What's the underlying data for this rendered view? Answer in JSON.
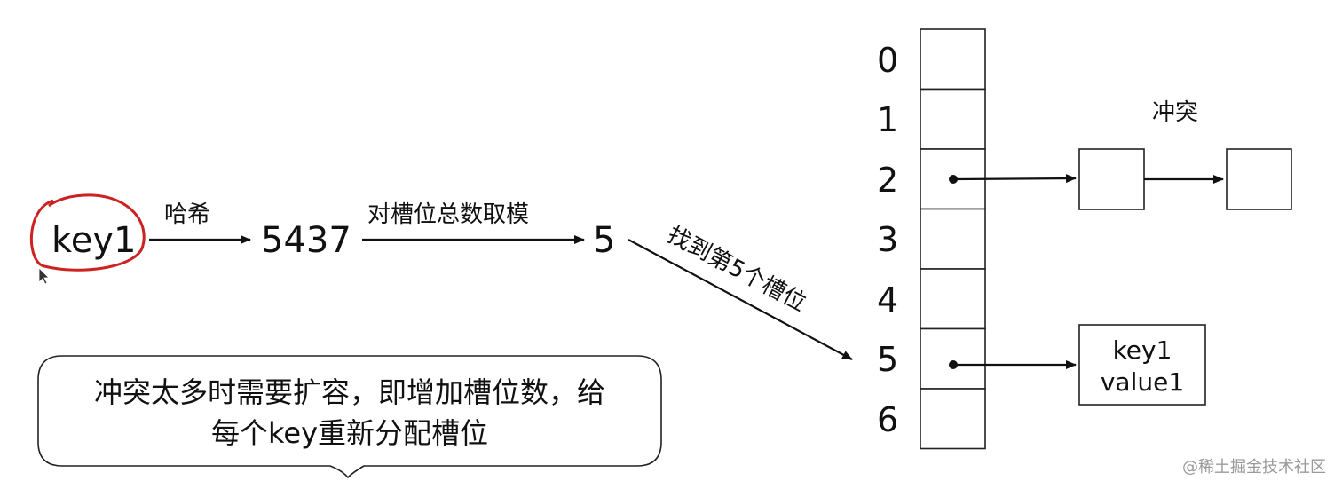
{
  "flow": {
    "key": "key1",
    "hash_label": "哈希",
    "hash_value": "5437",
    "mod_label": "对槽位总数取模",
    "slot_result": "5",
    "find_label": "找到第5个槽位"
  },
  "slots": [
    "0",
    "1",
    "2",
    "3",
    "4",
    "5",
    "6"
  ],
  "collision_label": "冲突",
  "entry": {
    "key": "key1",
    "value": "value1"
  },
  "note": {
    "line1": "冲突太多时需要扩容，即增加槽位数，给",
    "line2": "每个key重新分配槽位"
  },
  "watermark": "@稀土掘金技术社区",
  "colors": {
    "annotation": "#cc2222",
    "line": "#111111"
  }
}
